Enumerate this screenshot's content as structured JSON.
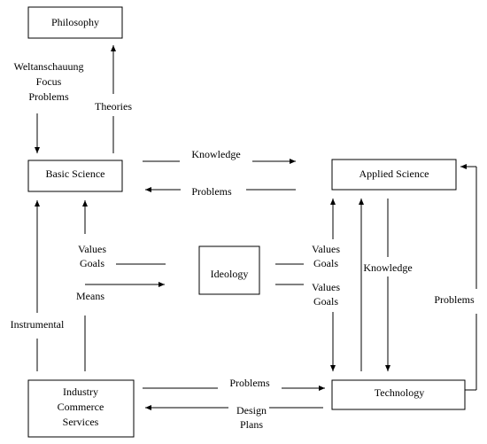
{
  "nodes": {
    "philosophy": "Philosophy",
    "basic_science": "Basic Science",
    "applied_science": "Applied Science",
    "ideology": "Ideology",
    "industry": [
      "Industry",
      "Commerce",
      "Services"
    ],
    "technology": "Technology"
  },
  "edge_labels": {
    "weltanschauung": [
      "Weltanschauung",
      "Focus",
      "Problems"
    ],
    "theories": "Theories",
    "knowledge_top": "Knowledge",
    "problems_top": "Problems",
    "values_goals_left": [
      "Values",
      "Goals"
    ],
    "means": "Means",
    "instrumental": "Instrumental",
    "values_goals_right_1": [
      "Values",
      "Goals"
    ],
    "values_goals_right_2": [
      "Values",
      "Goals"
    ],
    "knowledge_right": "Knowledge",
    "problems_right": "Problems",
    "problems_bottom": "Problems",
    "design_plans": [
      "Design",
      "Plans"
    ]
  }
}
